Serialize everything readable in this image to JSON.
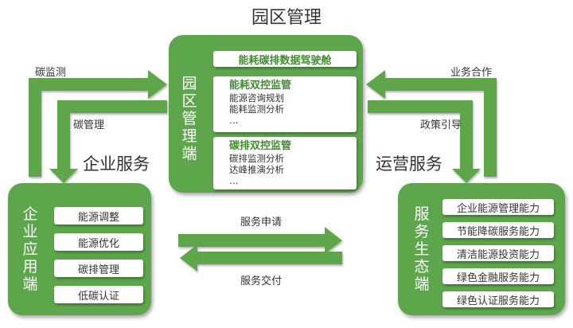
{
  "title": "园区管理",
  "center": {
    "vertical_title": "园区管理端",
    "top_bar": "能耗碳排数据驾驶舱",
    "cards": [
      {
        "heading": "能耗双控监管",
        "lines": [
          "能源咨询规划",
          "能耗监测分析",
          "…"
        ]
      },
      {
        "heading": "碳排双控监管",
        "lines": [
          "碳排监测分析",
          "达峰推演分析",
          "…"
        ]
      }
    ]
  },
  "left": {
    "vertical_title": "企业应用端",
    "items": [
      "能源调整",
      "能源优化",
      "碳排管理",
      "低碳认证"
    ]
  },
  "right": {
    "vertical_title": "服务生态端",
    "items": [
      "企业能源管理能力",
      "节能降碳服务能力",
      "清洁能源投资能力",
      "绿色金融服务能力",
      "绿色认证服务能力"
    ]
  },
  "labels": {
    "left_top": "碳监测",
    "left_mid": "碳管理",
    "left_section": "企业服务",
    "right_top": "业务合作",
    "right_mid": "政策引导",
    "right_section": "运营服务",
    "bottom_top": "服务申请",
    "bottom_bottom": "服务交付"
  },
  "colors": {
    "green": "#5ea64c",
    "card_heading": "#3e8e2e"
  }
}
